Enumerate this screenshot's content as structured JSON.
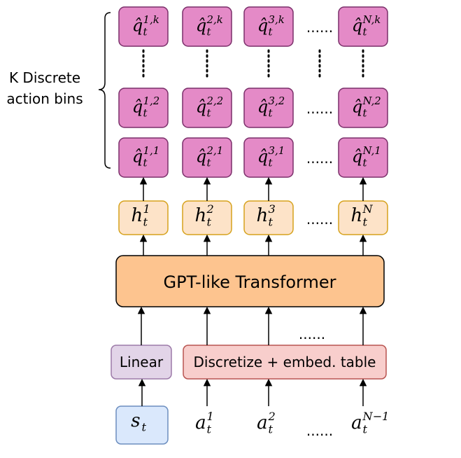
{
  "bins_label": [
    "K Discrete",
    "action bins"
  ],
  "q_cells": [
    [
      {
        "base": "q̂",
        "sub": "t",
        "sup": "1,1"
      },
      {
        "base": "q̂",
        "sub": "t",
        "sup": "2,1"
      },
      {
        "base": "q̂",
        "sub": "t",
        "sup": "3,1"
      },
      {
        "base": "q̂",
        "sub": "t",
        "sup": "N,1"
      }
    ],
    [
      {
        "base": "q̂",
        "sub": "t",
        "sup": "1,2"
      },
      {
        "base": "q̂",
        "sub": "t",
        "sup": "2,2"
      },
      {
        "base": "q̂",
        "sub": "t",
        "sup": "3,2"
      },
      {
        "base": "q̂",
        "sub": "t",
        "sup": "N,2"
      }
    ],
    [
      {
        "base": "q̂",
        "sub": "t",
        "sup": "1,k"
      },
      {
        "base": "q̂",
        "sub": "t",
        "sup": "2,k"
      },
      {
        "base": "q̂",
        "sub": "t",
        "sup": "3,k"
      },
      {
        "base": "q̂",
        "sub": "t",
        "sup": "N,k"
      }
    ]
  ],
  "h_cells": [
    {
      "base": "h",
      "sub": "t",
      "sup": "1"
    },
    {
      "base": "h",
      "sub": "t",
      "sup": "2"
    },
    {
      "base": "h",
      "sub": "t",
      "sup": "3"
    },
    {
      "base": "h",
      "sub": "t",
      "sup": "N"
    }
  ],
  "ellipsis": "......",
  "transformer_label": "GPT-like Transformer",
  "linear_label": "Linear",
  "discretize_label": "Discretize + embed. table",
  "state_input": {
    "base": "s",
    "sub": "t"
  },
  "action_inputs": [
    {
      "base": "a",
      "sub": "t",
      "sup": "1"
    },
    {
      "base": "a",
      "sub": "t",
      "sup": "2"
    },
    {
      "base": "a",
      "sub": "t",
      "sup": "N−1"
    }
  ],
  "colors": {
    "q_fill": "#e48ac7",
    "h_fill": "#fde3c8",
    "h_stroke": "#d6a21c",
    "transformer_fill": "#fdc48f",
    "linear_fill": "#e2d4e8",
    "linear_stroke": "#9c7aa8",
    "discretize_fill": "#f8cecc",
    "discretize_stroke": "#b85450",
    "state_fill": "#dae8fc",
    "state_stroke": "#6c8ebf"
  }
}
